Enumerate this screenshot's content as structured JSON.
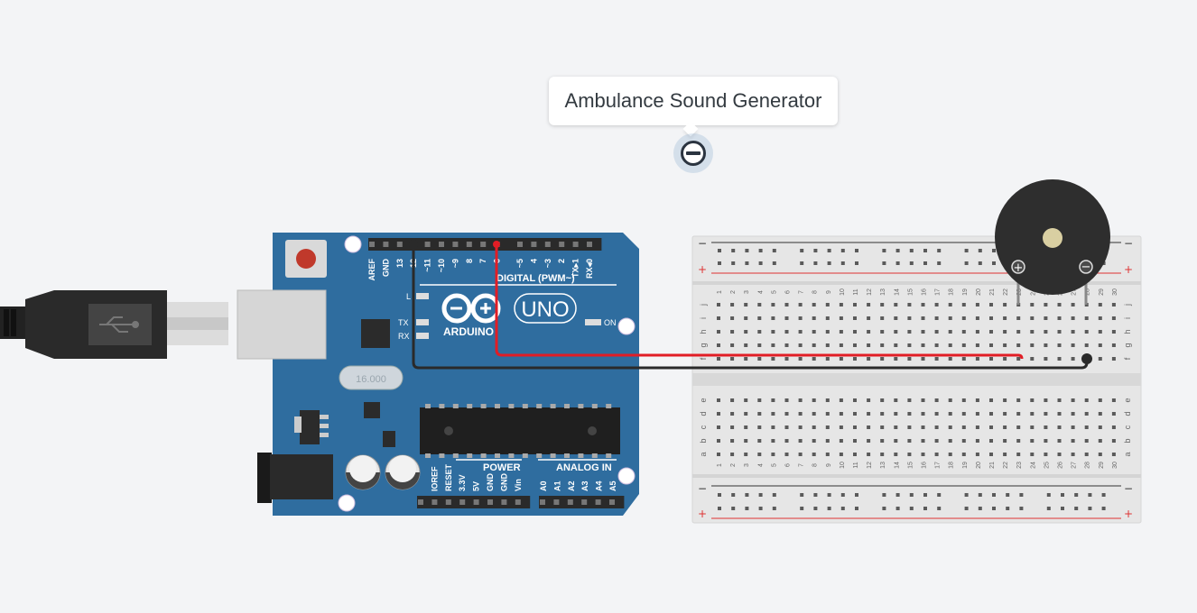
{
  "note": {
    "text": "Ambulance Sound Generator"
  },
  "arduino": {
    "brand": "ARDUINO",
    "model": "UNO",
    "digital_header": "DIGITAL (PWM~)",
    "power_header": "POWER",
    "analog_header": "ANALOG IN",
    "led_l": "L",
    "led_tx": "TX",
    "led_rx": "RX",
    "on_label": "ON",
    "crystal_label": "16.000",
    "digital_pins": [
      "AREF",
      "GND",
      "13",
      "12",
      "~11",
      "~10",
      "~9",
      "8",
      "7",
      "~6",
      "~5",
      "4",
      "~3",
      "2",
      "TX▸1",
      "RX◂0"
    ],
    "power_pins": [
      "IOREF",
      "RESET",
      "3.3V",
      "5V",
      "GND",
      "GND",
      "Vin"
    ],
    "analog_pins": [
      "A0",
      "A1",
      "A2",
      "A3",
      "A4",
      "A5"
    ]
  },
  "breadboard": {
    "rows_top": [
      "j",
      "i",
      "h",
      "g",
      "f"
    ],
    "rows_bottom": [
      "e",
      "d",
      "c",
      "b",
      "a"
    ],
    "columns": [
      "1",
      "2",
      "3",
      "4",
      "5",
      "6",
      "7",
      "8",
      "9",
      "10",
      "11",
      "12",
      "13",
      "14",
      "15",
      "16",
      "17",
      "18",
      "19",
      "20",
      "21",
      "22",
      "23",
      "24",
      "25",
      "26",
      "27",
      "28",
      "29",
      "30"
    ],
    "rail_minus": "−",
    "rail_plus": "+"
  },
  "buzzer": {
    "plus": "+",
    "minus": "−"
  },
  "colors": {
    "board": "#2f6d9f",
    "wire_red": "#e11d25",
    "wire_black": "#2a2a2a",
    "breadboard": "#e8e8e8",
    "rail_red": "#d33",
    "buzzer": "#2e2e2e"
  }
}
